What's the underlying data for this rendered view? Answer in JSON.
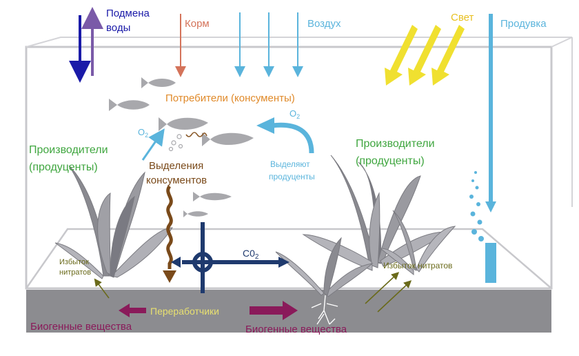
{
  "labels": {
    "water_change_1": "Подмена",
    "water_change_2": "воды",
    "feed": "Корм",
    "air": "Воздух",
    "light": "Свет",
    "purge": "Продувка",
    "consumers": "Потребители (консументы)",
    "o2_right": "O",
    "o2_right_sub": "2",
    "o2_left": "O",
    "o2_left_sub": "2",
    "producers_left_1": "Производители",
    "producers_left_2": "(продуценты)",
    "excretions_1": "Выделения",
    "excretions_2": "консументов",
    "released_1": "Выделяют",
    "released_2": "продуценты",
    "producers_right_1": "Производители",
    "producers_right_2": "(продуценты)",
    "co2": "C0",
    "co2_sub": "2",
    "nitrates_left_1": "Избыток",
    "nitrates_left_2": "нитратов",
    "nitrates_right": "Избыток нитратов",
    "decomposers": "Переработчики",
    "nutrients_left": "Биогенные вещества",
    "nutrients_right": "Биогенные вещества"
  },
  "colors": {
    "water_down": "#1a1aa8",
    "water_up": "#7a5aa8",
    "feed": "#d4735a",
    "air": "#5ab4dc",
    "light": "#f0e030",
    "purge": "#5ab4dc",
    "consumers": "#e08a2a",
    "producers": "#3fa63f",
    "excretions": "#7a4a1a",
    "co2_cross": "#1f3a6e",
    "nitrates": "#6a6a1a",
    "decomposers_text": "#e8e070",
    "nutrients": "#8a1a5a",
    "soil": "#8a8a8e",
    "plant": "#8a8a90",
    "fish": "#a8a8ac"
  }
}
